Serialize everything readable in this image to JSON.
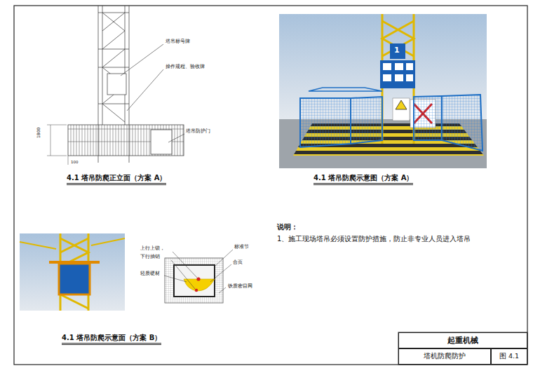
{
  "diagram": {
    "nodes": [
      {
        "text": [
          "起重机械"
        ]
      },
      {
        "text": [
          "塔机防爬防护"
        ]
      },
      {
        "text": [
          "图 4.1"
        ]
      }
    ],
    "labels": [
      "塔吊标号牌",
      "操作规程、验收牌",
      "塔吊防护门",
      "1800",
      "100",
      "4.1 塔吊防爬正立面（方案 A）",
      "4.1 塔吊防爬示意图（方案 A）",
      "1",
      "上行上锁，",
      "下行抽销",
      "轻质硬材",
      "标准节",
      "合页",
      "铁质密目网",
      "4.1 塔吊防爬示意面（方案 B）",
      "说明：",
      "1、施工现场塔吊必须设置防护措施，防止非专业人员进入塔吊"
    ]
  }
}
